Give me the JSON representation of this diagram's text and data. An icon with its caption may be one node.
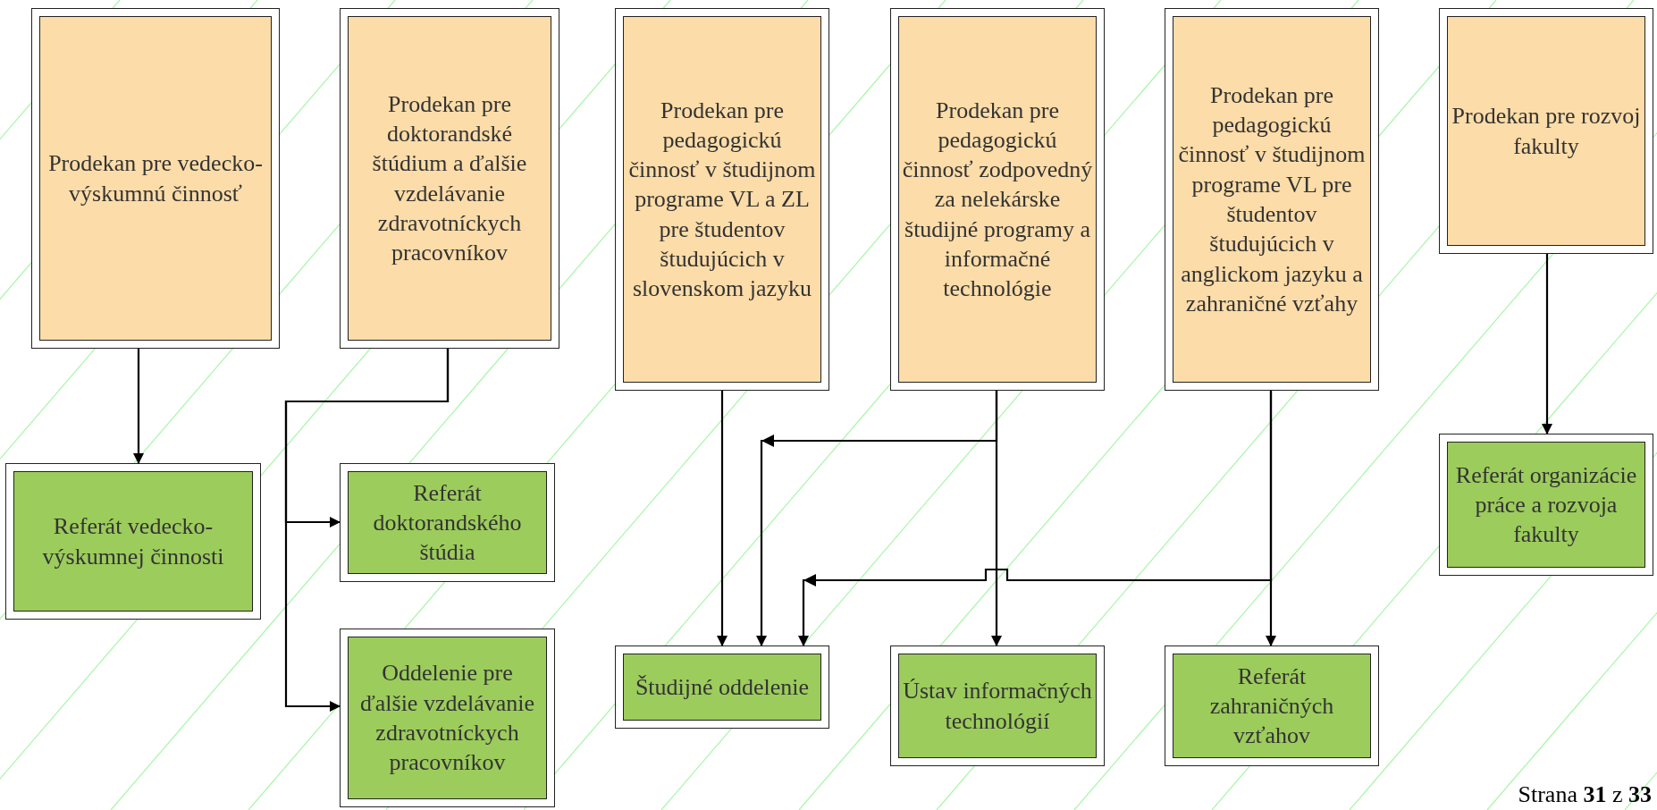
{
  "diagram": {
    "nodes": [
      {
        "text": [
          "Prodekan pre vedecko-výskumnú činnosť"
        ]
      },
      {
        "text": [
          "Prodekan pre doktorandské štúdium a ďalšie vzdelávanie zdravotníckych pracovníkov"
        ]
      },
      {
        "text": [
          "Prodekan pre pedagogickú činnosť v študijnom programe VL a ZL pre študentov študujúcich v slovenskom jazyku"
        ]
      },
      {
        "text": [
          "Prodekan pre pedagogickú činnosť zodpovedný za nelekárske študijné programy a informačné technológie"
        ]
      },
      {
        "text": [
          "Prodekan pre pedagogickú činnosť v študijnom programe VL pre študentov študujúcich v anglickom jazyku a zahraničné vzťahy"
        ]
      },
      {
        "text": [
          "Prodekan pre rozvoj fakulty"
        ]
      },
      {
        "text": [
          "Referát vedecko-výskumnej činnosti"
        ]
      },
      {
        "text": [
          "Referát doktorandského štúdia"
        ]
      },
      {
        "text": [
          "Oddelenie pre ďalšie vzdelávanie zdravotníckych pracovníkov"
        ]
      },
      {
        "text": [
          "Študijné oddelenie"
        ]
      },
      {
        "text": [
          "Ústav informačných technológií"
        ]
      },
      {
        "text": [
          "Referát zahraničných vzťahov"
        ]
      },
      {
        "text": [
          "Referát organizácie práce a rozvoja fakulty"
        ]
      }
    ],
    "edges": [
      {
        "from": 0,
        "to": 6,
        "arrow": "to"
      },
      {
        "from": 1,
        "to": 7,
        "arrow": "to"
      },
      {
        "from": 1,
        "to": 8,
        "arrow": "to"
      },
      {
        "from": 2,
        "to": 9,
        "arrow": "to"
      },
      {
        "from": 3,
        "to": 9,
        "arrow": "to"
      },
      {
        "from": 3,
        "to": 10,
        "arrow": "to"
      },
      {
        "from": 4,
        "to": 9,
        "arrow": "to"
      },
      {
        "from": 4,
        "to": 11,
        "arrow": "to"
      },
      {
        "from": 5,
        "to": 12,
        "arrow": "to"
      }
    ],
    "labels": [
      "Strana **31** z **33**"
    ]
  }
}
